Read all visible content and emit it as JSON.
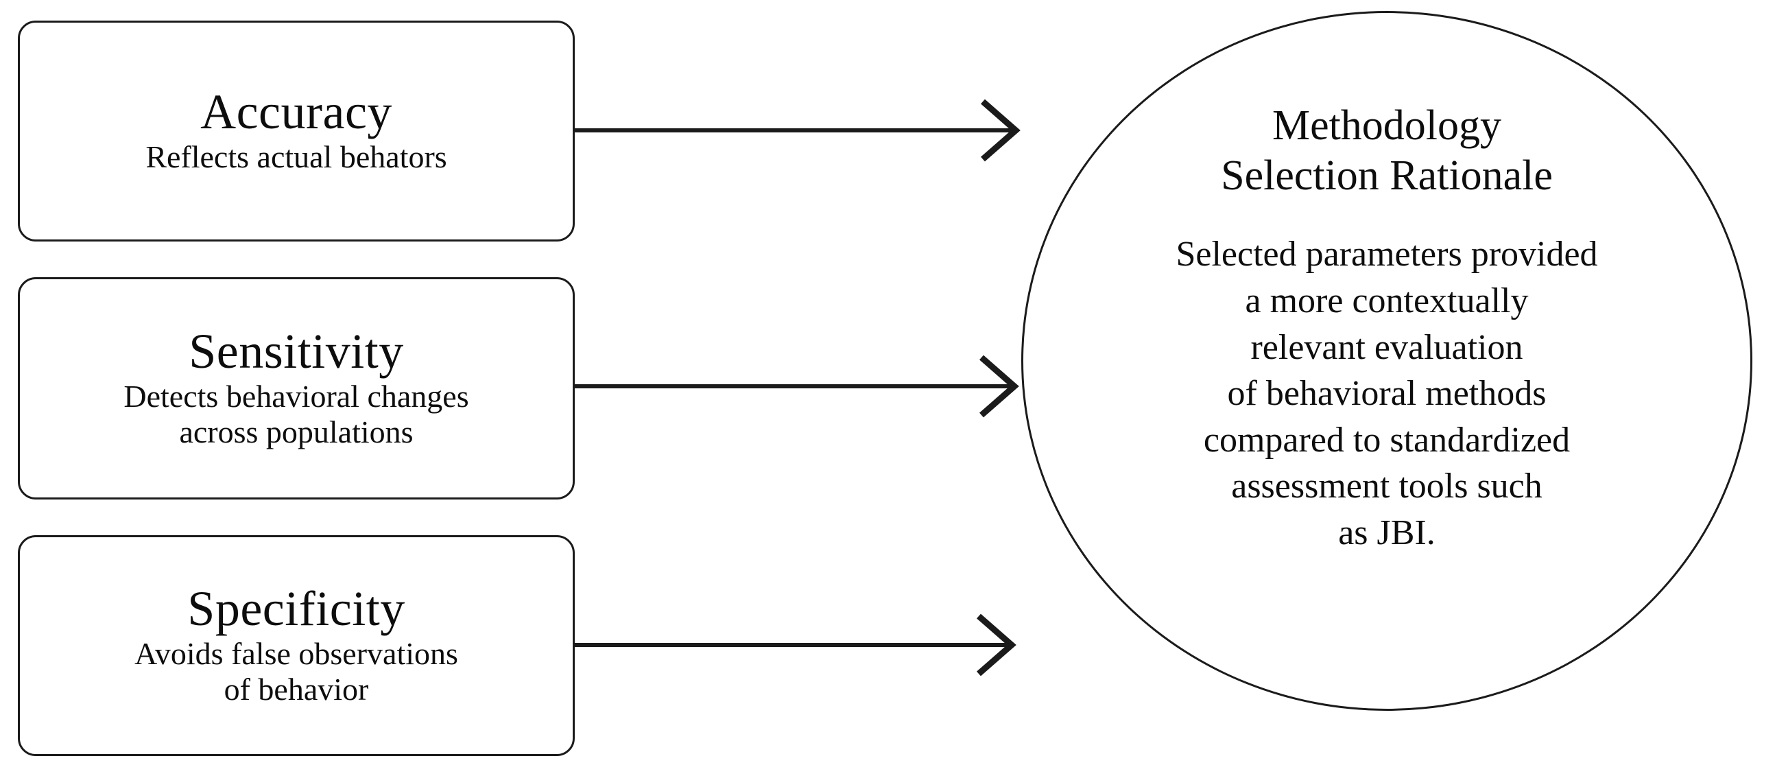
{
  "diagram": {
    "type": "flow-diagram",
    "background_color": "#ffffff",
    "stroke_color": "#1b1b1b",
    "text_color": "#0d0d0d",
    "criteria": [
      {
        "id": "accuracy",
        "title": "Accuracy",
        "description_lines": [
          "Reflects actual behators"
        ]
      },
      {
        "id": "sensitivity",
        "title": "Sensitivity",
        "description_lines": [
          "Detects behavioral changes",
          "across populations"
        ]
      },
      {
        "id": "specificity",
        "title": "Specificity",
        "description_lines": [
          "Avoids false observations",
          "of behavior"
        ]
      }
    ],
    "connectors": [
      {
        "id": "arrow-accuracy-to-rationale",
        "from": "accuracy",
        "to": "rationale",
        "style": "open-arrowhead"
      },
      {
        "id": "arrow-sensitivity-to-rationale",
        "from": "sensitivity",
        "to": "rationale",
        "style": "open-arrowhead"
      },
      {
        "id": "arrow-specificity-to-rationale",
        "from": "specificity",
        "to": "rationale",
        "style": "open-arrowhead"
      }
    ],
    "rationale": {
      "id": "rationale",
      "title_lines": [
        "Methodology",
        "Selection Rationale"
      ],
      "body_lines": [
        "Selected parameters provided",
        "a more contextually",
        "relevant evaluation",
        "of behavioral methods",
        "compared to standardized",
        "assessment tools such",
        "as JBI."
      ]
    }
  }
}
